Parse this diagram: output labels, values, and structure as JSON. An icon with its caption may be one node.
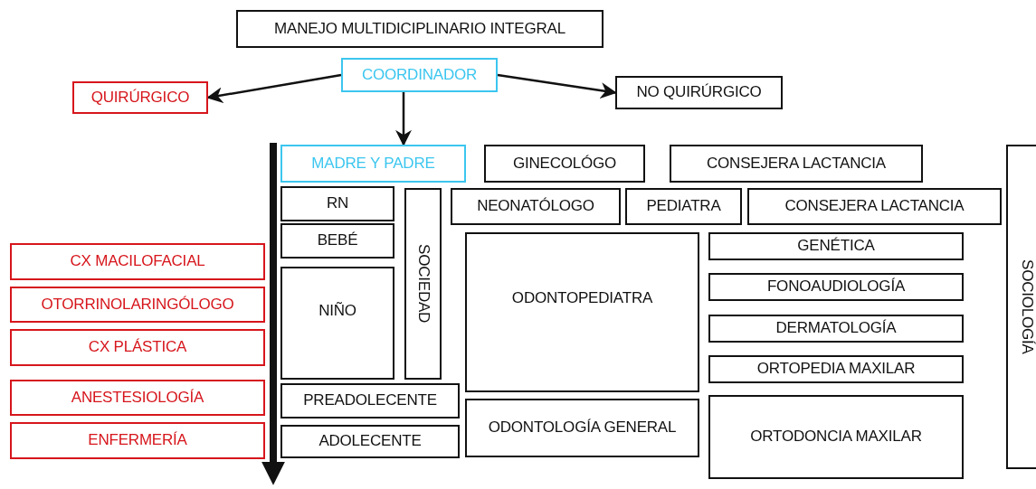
{
  "diagram": {
    "nodes": [
      {
        "text": [
          "MANEJO MULTIDICIPLINARIO INTEGRAL"
        ]
      },
      {
        "text": [
          "QUIRÚRGICO"
        ]
      },
      {
        "text": [
          "COORDINADOR"
        ]
      },
      {
        "text": [
          "NO QUIRÚRGICO"
        ]
      },
      {
        "text": [
          "MADRE Y PADRE"
        ]
      },
      {
        "text": [
          "GINECOLÓGO"
        ]
      },
      {
        "text": [
          "CONSEJERA LACTANCIA"
        ]
      },
      {
        "text": [
          "SOCIOLOGÍA"
        ]
      },
      {
        "text": [
          "RN"
        ]
      },
      {
        "text": [
          "SOCIEDAD"
        ]
      },
      {
        "text": [
          "NEONATÓLOGO"
        ]
      },
      {
        "text": [
          "PEDIATRA"
        ]
      },
      {
        "text": [
          "CONSEJERA LACTANCIA"
        ]
      },
      {
        "text": [
          "BEBÉ"
        ]
      },
      {
        "text": [
          "CX MACILOFACIAL"
        ]
      },
      {
        "text": [
          "GENÉTICA"
        ]
      },
      {
        "text": [
          "ODONTOPEDIATRA"
        ]
      },
      {
        "text": [
          "OTORRINOLARINGÓLOGO"
        ]
      },
      {
        "text": [
          "NIÑO"
        ]
      },
      {
        "text": [
          "FONOAUDIOLOGÍA"
        ]
      },
      {
        "text": [
          "DERMATOLOGÍA"
        ]
      },
      {
        "text": [
          "CX PLÁSTICA"
        ]
      },
      {
        "text": [
          "ORTOPEDIA MAXILAR"
        ]
      },
      {
        "text": [
          "ANESTESIOLOGÍA"
        ]
      },
      {
        "text": [
          "PREADOLECENTE"
        ]
      },
      {
        "text": [
          "ODONTOLOGÍA GENERAL"
        ]
      },
      {
        "text": [
          "ORTODONCIA MAXILAR"
        ]
      },
      {
        "text": [
          "ENFERMERÍA"
        ]
      },
      {
        "text": [
          "ADOLECENTE"
        ]
      }
    ],
    "edges": [
      {
        "from": 2,
        "to": 1,
        "arrow": "to"
      },
      {
        "from": 2,
        "to": 3,
        "arrow": "to"
      },
      {
        "from": 2,
        "to": 4,
        "arrow": "to"
      }
    ]
  }
}
